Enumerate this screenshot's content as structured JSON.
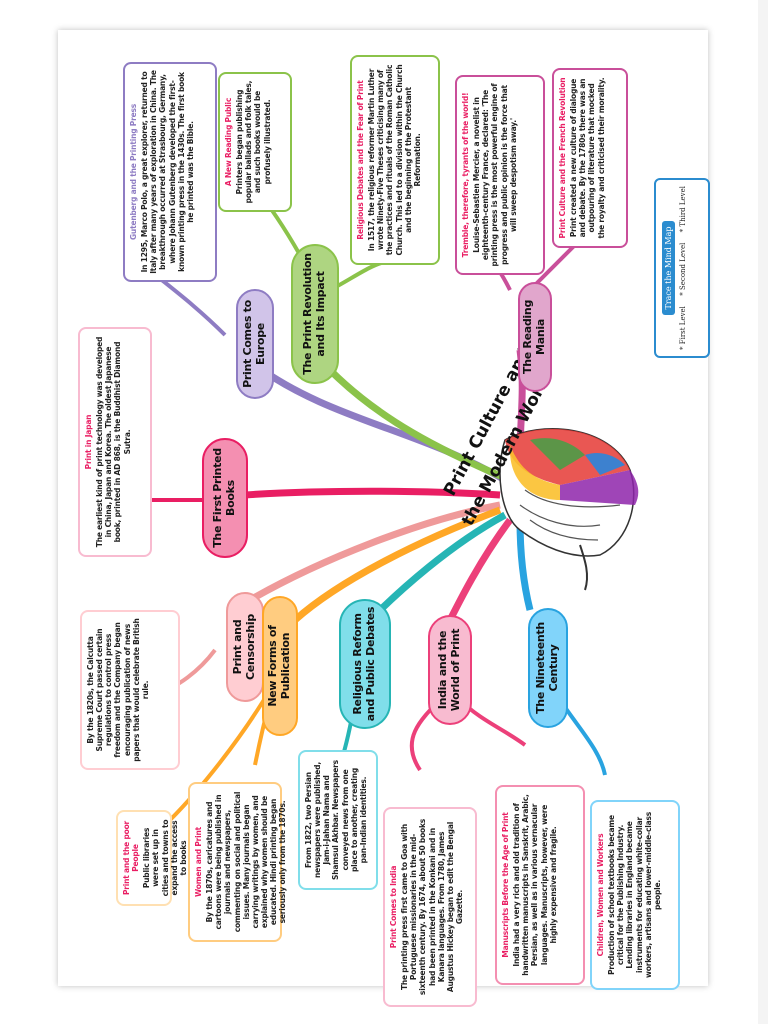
{
  "central_title": {
    "line1": "Print Culture and",
    "line2": "the Modern World"
  },
  "legend": {
    "title": "Trace the Mind Map",
    "levels": [
      "* First Level",
      "* Second Level",
      "* Third Level"
    ]
  },
  "branches": [
    {
      "label": "Print Comes to Europe"
    },
    {
      "label": "The Print Revolution and Its Impact"
    },
    {
      "label": "The Reading Mania"
    },
    {
      "label": "The First Printed Books"
    },
    {
      "label": "Print and Censorship"
    },
    {
      "label": "New Forms of Publication"
    },
    {
      "label": "Religious Reform and Public Debates"
    },
    {
      "label": "India and the World of Print"
    },
    {
      "label": "The Nineteenth Century"
    }
  ],
  "cards": [
    {
      "title": "Gutenberg and the Printing Press",
      "text": "In 1295, Marco Polo, a great explorer, returned to Italy after many years of exploration in China. The breakthrough occurred at Strasbourg, Germany, where Johann Gutenberg developed the first-known printing press in the 1430s. The first book he printed was the Bible."
    },
    {
      "title": "A New Reading Public",
      "text": "Printers began publishing popular ballads and folk tales, and such books would be profusely illustrated."
    },
    {
      "title": "Religious Debates and the Fear of Print",
      "text": "In 1517, the religious reformer Martin Luther wrote Ninety-Five Theses criticising many of the practices and rituals of the Roman Catholic Church. This led to a division within the Church and the beginning of the Protestant Reformation."
    },
    {
      "title": "Tremble, therefore, tyrants of the world!",
      "text": "Louise-Sebastien Mercier, a novelist in eighteenth-century France, declared: 'The printing press is the most powerful engine of progress and public opinion is the force that will sweep despotism away.'"
    },
    {
      "title": "Print Culture and the French Revolution",
      "text": "Print created a new culture of dialogue and debate. By the 1780s there was an outpouring of literature that mocked the royalty and criticised their morality."
    },
    {
      "title": "Print in Japan",
      "text": "The earliest kind of print technology was developed in China, Japan and Korea. The oldest Japanese book, printed in AD 868, is the Buddhist Diamond Sutra."
    },
    {
      "title": "",
      "text": "By the 1820s, the Calcutta Supreme Court passed certain regulations to control press freedom and the Company began encouraging publication of news papers that would celebrate British rule."
    },
    {
      "title": "Print and the poor People",
      "text": "Public libraries were set up in cities and towns to expand the access to books"
    },
    {
      "title": "Women and Print",
      "text": "By the 1870s, caricatures and cartoons were being published in journals and newspapers, commenting on social and political issues. Many journals began carrying writings by women, and explained why women should be educated. Hindi printing began seriously only from the 1870s."
    },
    {
      "title": "",
      "text": "From 1822, two Persian newspapers were published, Jam-i-Jahan Nama and Shamsul Akhbar. Newspapers conveyed news from one place to another, creating pan-Indian identities."
    },
    {
      "title": "Print Comes to India",
      "text": "The printing press first came to Goa with Portuguese missionaries in the mid-sixteenth century. By 1674, about 50 books had been printed in the Konkani and in Kanara languages. From 1780, James Augustus Hickey began to edit the Bengal Gazette."
    },
    {
      "title": "Manuscripts Before the Age of Print",
      "text": "India had a very rich and old tradition of handwritten manuscripts in Sanskrit, Arabic, Persian, as well as in various vernacular languages. Manuscripts, however, were highly expensive and fragile."
    },
    {
      "title": "Children, Women and Workers",
      "text": "Production of school textbooks became critical for the Publishing Industry. Lending libraries in England became instruments for educating white-collar workers, artisans and lower-middle-class people."
    }
  ],
  "colors": {
    "europe": "#8e7cc3",
    "revolution": "#8bc34a",
    "mania": "#c94f9a",
    "first_books": "#e91e63",
    "censorship": "#ef9a9a",
    "new_forms": "#ffa726",
    "religious": "#26b5b5",
    "india": "#ec407a",
    "nineteenth": "#29a3e0"
  }
}
